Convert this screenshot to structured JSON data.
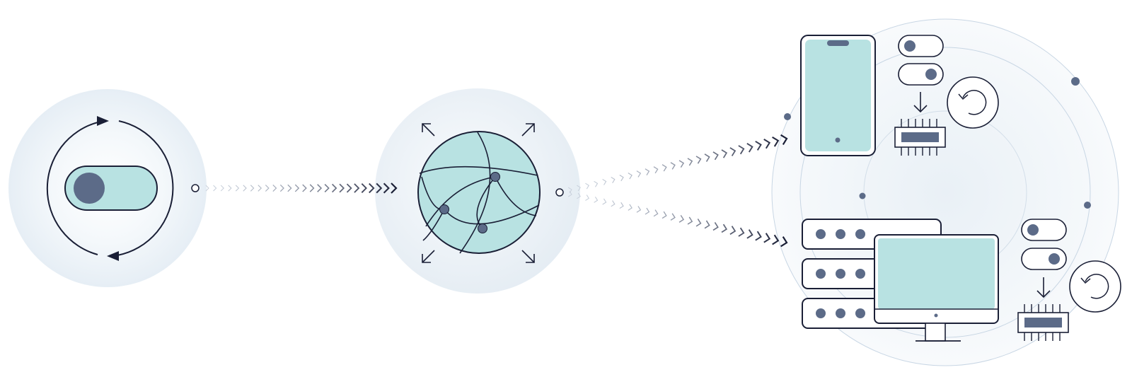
{
  "diagram": {
    "description": "",
    "colors": {
      "outline": "#1a1f36",
      "teal_fill": "#b8e2e2",
      "node_fill": "#5c6b88",
      "halo": "#e6eef4",
      "halo_edge": "#f6f9fb",
      "ring_stroke": "#c8d6e4",
      "chevron_light": "#c9d1dc",
      "chevron_dark": "#1a1f36"
    },
    "stages": [
      {
        "id": "toggle-stage",
        "icon": "feature-toggle-icon",
        "state": "off"
      },
      {
        "id": "globe-stage",
        "icon": "globe-network-icon"
      },
      {
        "id": "targets-stage",
        "icons": [
          "smartphone-icon",
          "server-stack-icon",
          "desktop-monitor-icon"
        ]
      }
    ],
    "connectors": [
      {
        "from": "toggle-stage",
        "to": "globe-stage",
        "icon": "chevron-flow-icon"
      },
      {
        "from": "globe-stage",
        "to": "smartphone-icon",
        "icon": "chevron-flow-icon"
      },
      {
        "from": "globe-stage",
        "to": "server-stack-icon",
        "icon": "chevron-flow-icon"
      }
    ],
    "device_controls": [
      {
        "device": "smartphone-icon",
        "toggles": [
          "off",
          "on"
        ],
        "icons": [
          "arrow-down-icon",
          "chip-icon",
          "refresh-icon"
        ]
      },
      {
        "device": "desktop-monitor-icon",
        "toggles": [
          "off",
          "on"
        ],
        "icons": [
          "arrow-down-icon",
          "chip-icon",
          "refresh-icon"
        ]
      }
    ]
  }
}
